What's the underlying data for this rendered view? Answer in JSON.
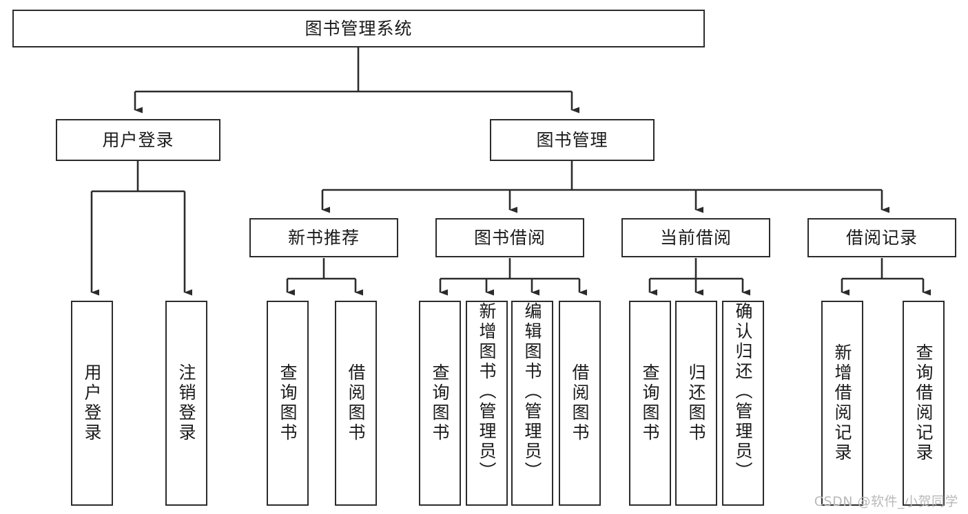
{
  "diagram": {
    "title": "图书管理系统",
    "type": "tree",
    "orientation": "top-down",
    "colors": {
      "box_border": "#2b2b2b",
      "box_fill": "#ffffff",
      "line": "#2b2b2b",
      "text": "#1a1a1a",
      "watermark": "#b9b9b9"
    }
  },
  "root": {
    "label": "图书管理系统"
  },
  "level2": [
    {
      "id": "user-login",
      "label": "用户登录"
    },
    {
      "id": "book-manage",
      "label": "图书管理"
    }
  ],
  "level3": [
    {
      "id": "new-book-rec",
      "label": "新书推荐"
    },
    {
      "id": "book-borrow",
      "label": "图书借阅"
    },
    {
      "id": "current-borrow",
      "label": "当前借阅"
    },
    {
      "id": "borrow-record",
      "label": "借阅记录"
    }
  ],
  "leaves": {
    "user_login": [
      {
        "id": "leaf-user-login",
        "label": "用户登录"
      },
      {
        "id": "leaf-logout",
        "label": "注销登录"
      }
    ],
    "new_book_rec": [
      {
        "id": "leaf-query-book-1",
        "label": "查询图书"
      },
      {
        "id": "leaf-borrow-book-1",
        "label": "借阅图书"
      }
    ],
    "book_borrow": [
      {
        "id": "leaf-query-book-2",
        "label": "查询图书"
      },
      {
        "id": "leaf-add-book",
        "label": "新增图书（管理员）"
      },
      {
        "id": "leaf-edit-book",
        "label": "编辑图书（管理员）"
      },
      {
        "id": "leaf-borrow-book-2",
        "label": "借阅图书"
      }
    ],
    "current_borrow": [
      {
        "id": "leaf-query-book-3",
        "label": "查询图书"
      },
      {
        "id": "leaf-return-book",
        "label": "归还图书"
      },
      {
        "id": "leaf-confirm-return",
        "label": "确认归还（管理员）"
      }
    ],
    "borrow_record": [
      {
        "id": "leaf-add-record",
        "label": "新增借阅记录"
      },
      {
        "id": "leaf-query-record",
        "label": "查询借阅记录"
      }
    ]
  },
  "watermark": {
    "text": "CSDN @软件_小贺同学"
  }
}
